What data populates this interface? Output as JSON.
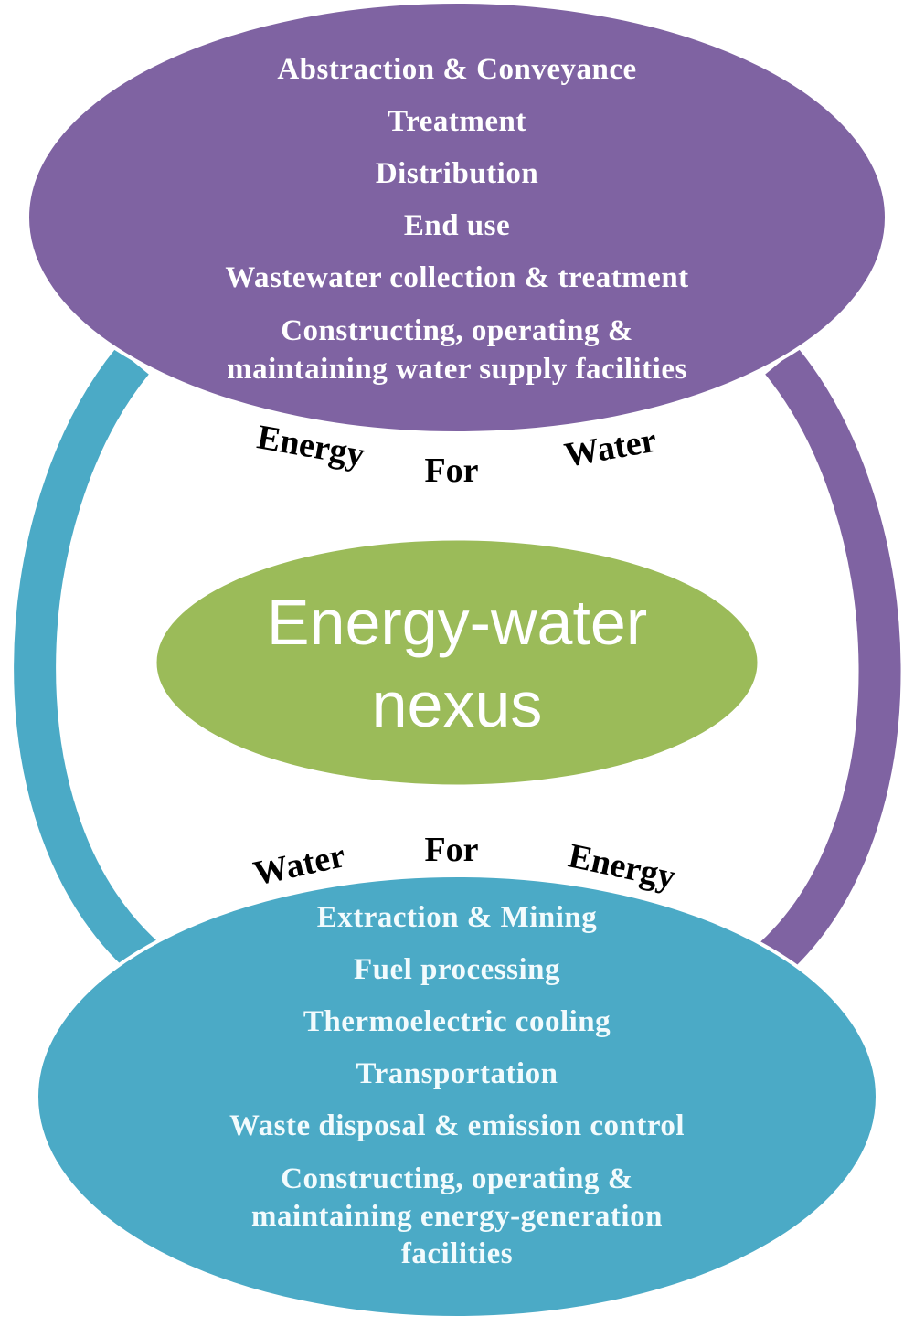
{
  "colors": {
    "purple": "#7f63a2",
    "teal": "#4baac6",
    "green": "#9bbb59",
    "text_light": "#ffffff",
    "text_dark": "#000000"
  },
  "center": {
    "line1": "Energy-water",
    "line2": "nexus"
  },
  "energy_for_water": {
    "words": [
      "Energy",
      "For",
      "Water"
    ],
    "items": [
      "Abstraction & Conveyance",
      "Treatment",
      "Distribution",
      "End use",
      "Wastewater collection & treatment",
      "Constructing, operating &",
      "maintaining water supply facilities"
    ]
  },
  "water_for_energy": {
    "words": [
      "Water",
      "For",
      "Energy"
    ],
    "items": [
      "Extraction & Mining",
      "Fuel processing",
      "Thermoelectric cooling",
      "Transportation",
      "Waste disposal &  emission control",
      "Constructing, operating &",
      "maintaining energy-generation",
      "facilities"
    ]
  }
}
